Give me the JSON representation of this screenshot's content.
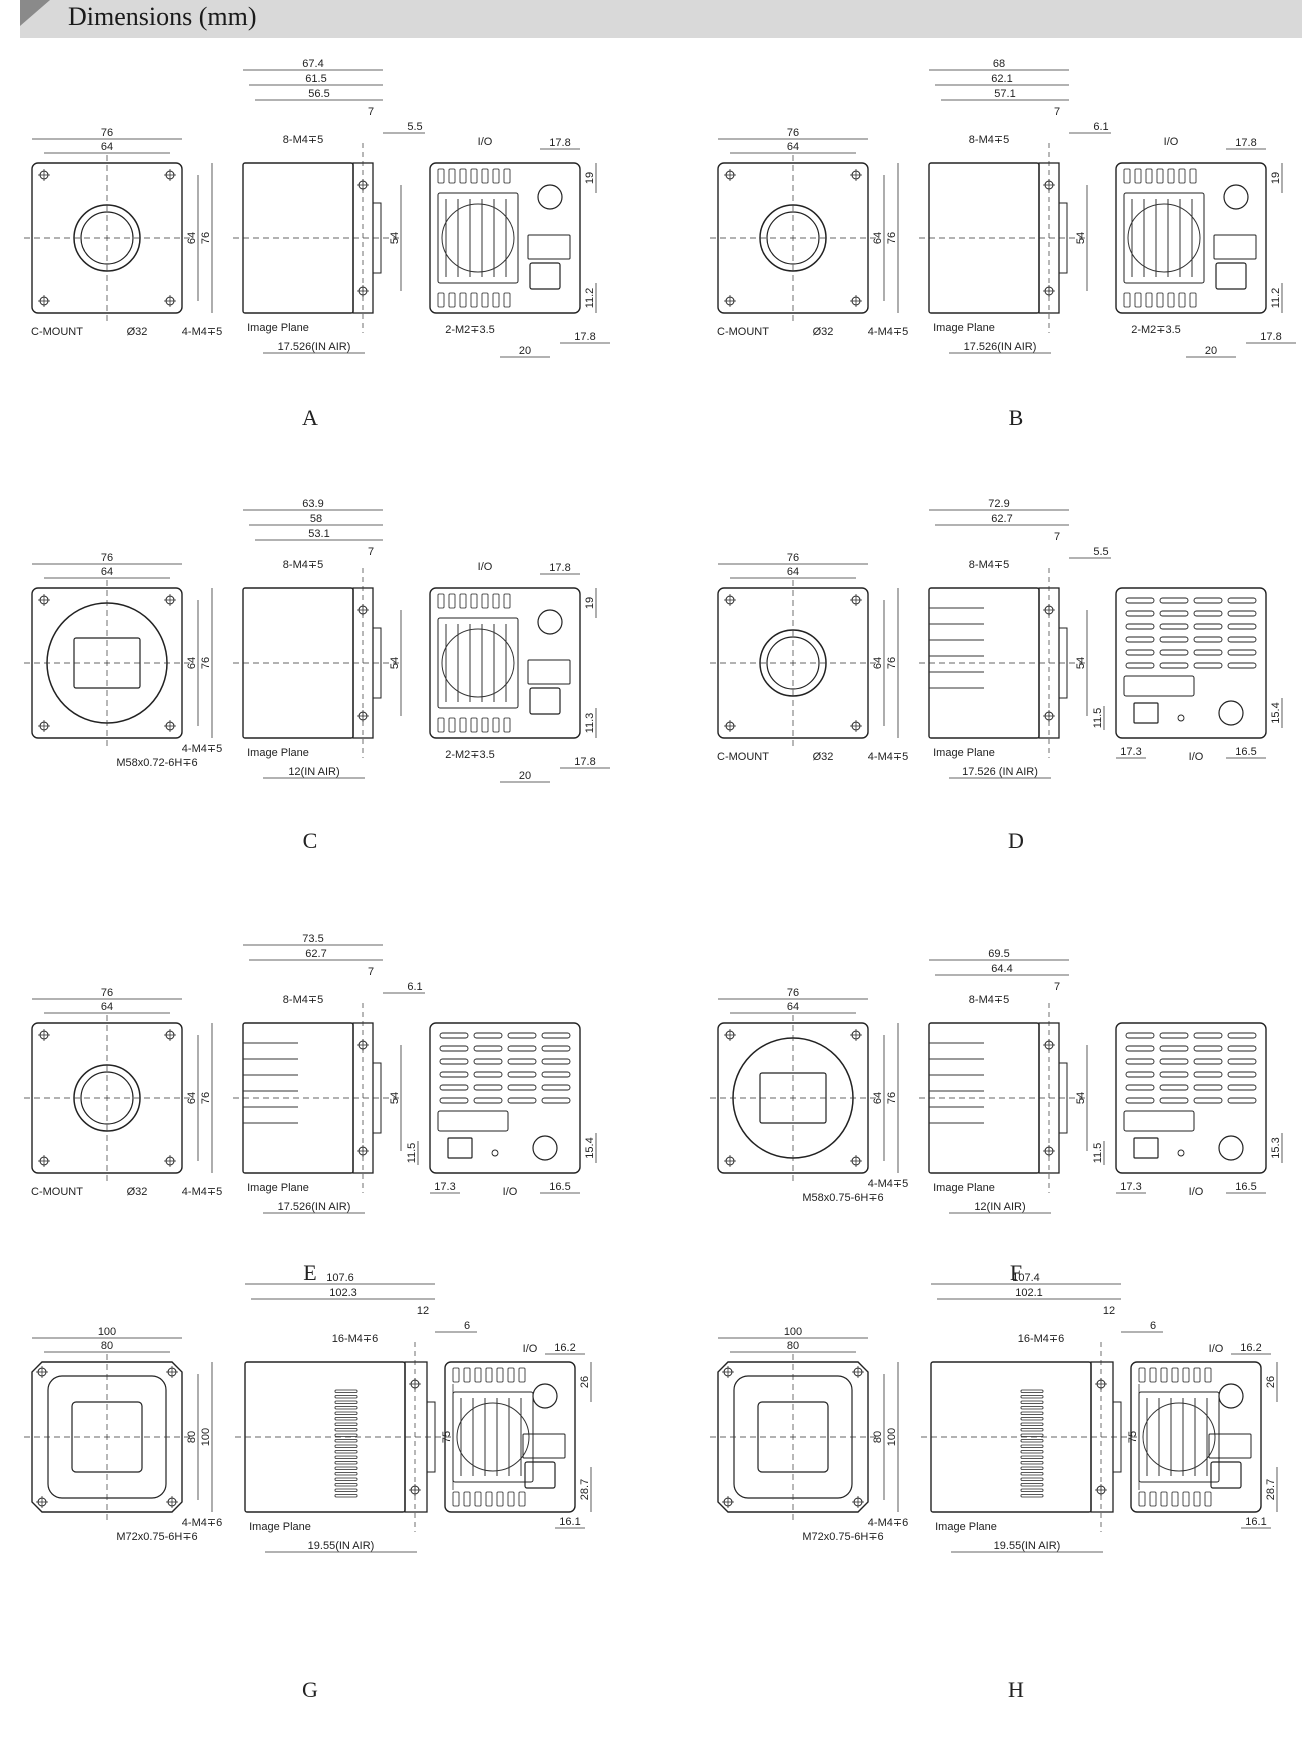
{
  "header": {
    "title": "Dimensions (mm)"
  },
  "panels": [
    {
      "label": "A",
      "front_dims": [
        "76",
        "64",
        "64",
        "76"
      ],
      "front_notes": [
        "C-MOUNT",
        "Ø32",
        "4-M4∓5"
      ],
      "side_dims": [
        "67.4",
        "61.5",
        "56.5",
        "7",
        "5.5",
        "54"
      ],
      "side_notes": [
        "8-M4∓5",
        "Image Plane",
        "17.526(IN AIR)"
      ],
      "back_dims": [
        "17.8",
        "19",
        "11.2",
        "17.8",
        "20"
      ],
      "back_notes": [
        "I/O",
        "2-M2∓3.5"
      ]
    },
    {
      "label": "B",
      "front_dims": [
        "76",
        "64",
        "64",
        "76"
      ],
      "front_notes": [
        "C-MOUNT",
        "Ø32",
        "4-M4∓5"
      ],
      "side_dims": [
        "68",
        "62.1",
        "57.1",
        "7",
        "6.1",
        "54"
      ],
      "side_notes": [
        "8-M4∓5",
        "Image Plane",
        "17.526(IN AIR)"
      ],
      "back_dims": [
        "17.8",
        "19",
        "11.2",
        "17.8",
        "20"
      ],
      "back_notes": [
        "I/O",
        "2-M2∓3.5"
      ]
    },
    {
      "label": "C",
      "front_dims": [
        "76",
        "64",
        "64",
        "76"
      ],
      "front_notes": [
        "4-M4∓5",
        "M58x0.72-6H∓6"
      ],
      "side_dims": [
        "63.9",
        "58",
        "53.1",
        "7",
        "54"
      ],
      "side_notes": [
        "8-M4∓5",
        "Image Plane",
        "12(IN AIR)"
      ],
      "back_dims": [
        "17.8",
        "19",
        "11.3",
        "17.8",
        "20"
      ],
      "back_notes": [
        "I/O",
        "2-M2∓3.5"
      ]
    },
    {
      "label": "D",
      "front_dims": [
        "76",
        "64",
        "64",
        "76"
      ],
      "front_notes": [
        "C-MOUNT",
        "Ø32",
        "4-M4∓5"
      ],
      "side_dims": [
        "72.9",
        "62.7",
        "7",
        "5.5",
        "54"
      ],
      "side_notes": [
        "8-M4∓5",
        "Image Plane",
        "17.526 (IN AIR)"
      ],
      "back_dims": [
        "11.5",
        "15.4",
        "17.3",
        "16.5"
      ],
      "back_notes": [
        "I/O"
      ]
    },
    {
      "label": "E",
      "front_dims": [
        "76",
        "64",
        "64",
        "76"
      ],
      "front_notes": [
        "C-MOUNT",
        "Ø32",
        "4-M4∓5"
      ],
      "side_dims": [
        "73.5",
        "62.7",
        "7",
        "6.1",
        "54"
      ],
      "side_notes": [
        "8-M4∓5",
        "Image Plane",
        "17.526(IN AIR)"
      ],
      "back_dims": [
        "11.5",
        "15.4",
        "17.3",
        "16.5"
      ],
      "back_notes": [
        "I/O"
      ]
    },
    {
      "label": "F",
      "front_dims": [
        "76",
        "64",
        "64",
        "76"
      ],
      "front_notes": [
        "4-M4∓5",
        "M58x0.75-6H∓6"
      ],
      "side_dims": [
        "69.5",
        "64.4",
        "7",
        "54"
      ],
      "side_notes": [
        "8-M4∓5",
        "Image Plane",
        "12(IN AIR)"
      ],
      "back_dims": [
        "11.5",
        "15.3",
        "17.3",
        "16.5"
      ],
      "back_notes": [
        "I/O"
      ]
    },
    {
      "label": "G",
      "front_dims": [
        "100",
        "80",
        "80",
        "100"
      ],
      "front_notes": [
        "4-M4∓6",
        "M72x0.75-6H∓6"
      ],
      "side_dims": [
        "107.6",
        "102.3",
        "12",
        "6",
        "75"
      ],
      "side_notes": [
        "16-M4∓6",
        "Image Plane",
        "19.55(IN AIR)"
      ],
      "back_dims": [
        "16.2",
        "26",
        "28.7",
        "16.1"
      ],
      "back_notes": [
        "I/O"
      ]
    },
    {
      "label": "H",
      "front_dims": [
        "100",
        "80",
        "80",
        "100"
      ],
      "front_notes": [
        "4-M4∓6",
        "M72x0.75-6H∓6"
      ],
      "side_dims": [
        "107.4",
        "102.1",
        "12",
        "6",
        "75"
      ],
      "side_notes": [
        "16-M4∓6",
        "Image Plane",
        "19.55(IN AIR)"
      ],
      "back_dims": [
        "16.2",
        "26",
        "28.7",
        "16.1"
      ],
      "back_notes": [
        "I/O"
      ]
    }
  ]
}
